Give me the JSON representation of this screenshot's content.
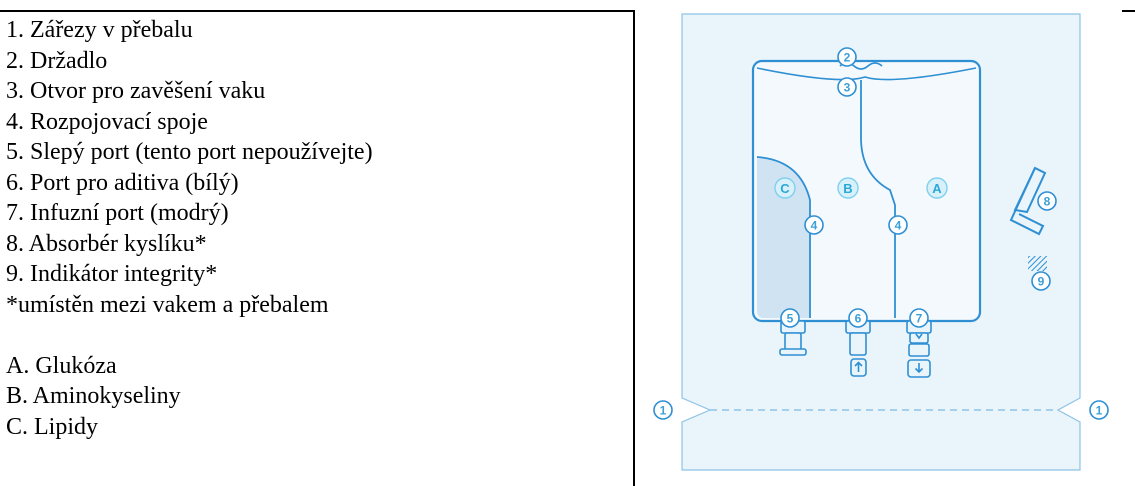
{
  "legend": {
    "items": [
      "1. Zářezy v přebalu",
      "2. Držadlo",
      "3. Otvor pro zavěšení vaku",
      "4. Rozpojovací spoje",
      "5. Slepý port (tento port nepoužívejte)",
      "6. Port pro aditiva (bílý)",
      "7. Infuzní port (modrý)",
      "8. Absorbér kyslíku*",
      "9. Indikátor integrity*",
      "*umístěn mezi vakem a přebalem"
    ],
    "chambers": [
      "A. Glukóza",
      "B. Aminokyseliny",
      "C. Lipidy"
    ]
  },
  "diagram": {
    "callouts": [
      "1",
      "2",
      "3",
      "4",
      "5",
      "6",
      "7",
      "8",
      "9"
    ],
    "compartments": [
      "A",
      "B",
      "C"
    ],
    "colors": {
      "overwrap_fill": "#e9f4fb",
      "outline": "#2f8fd3",
      "lipid_chamber": "#cfe3f2",
      "callout_text": "#3aa0d8"
    }
  }
}
